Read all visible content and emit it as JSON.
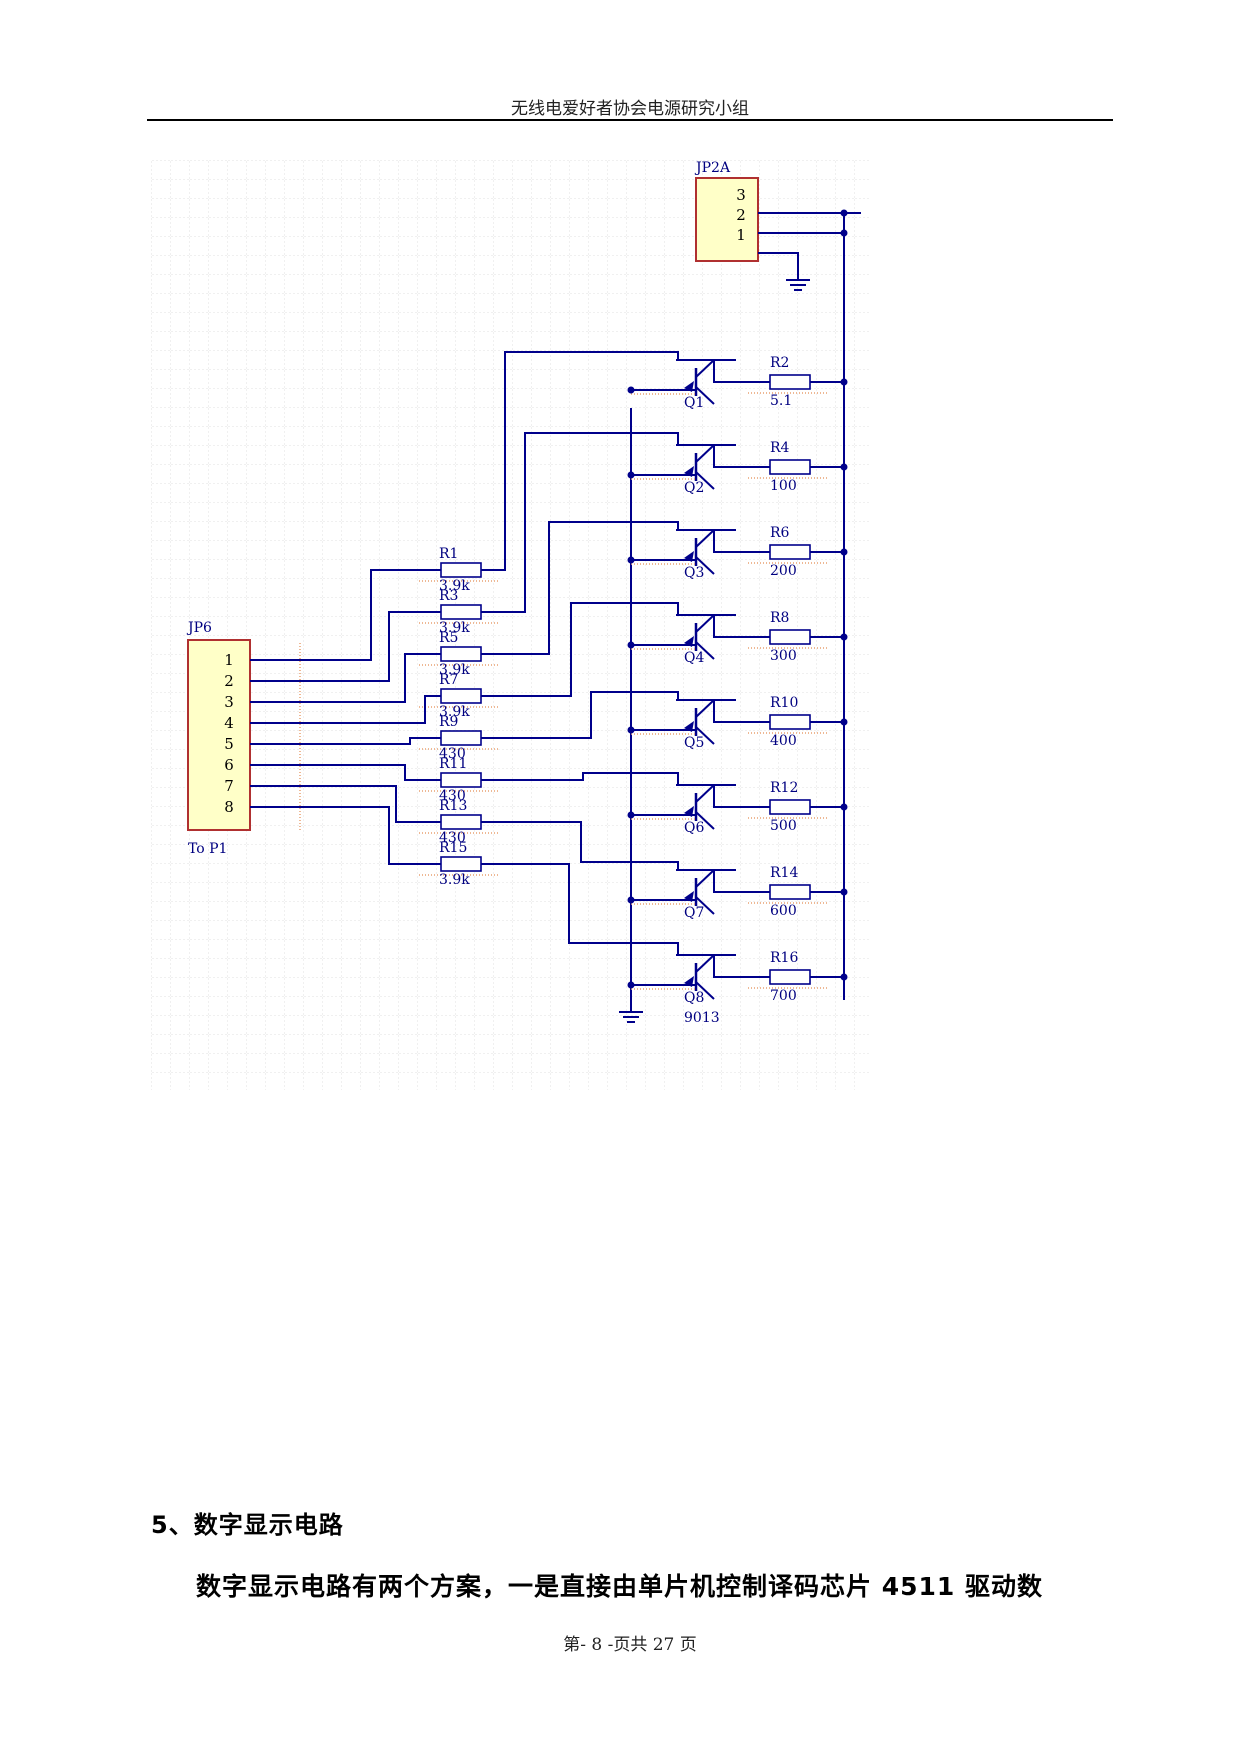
{
  "header": {
    "title": "无线电爱好者协会电源研究小组"
  },
  "schematic": {
    "connector_out": {
      "ref": "JP2A",
      "pins": [
        "3",
        "2",
        "1"
      ]
    },
    "connector_in": {
      "ref": "JP6",
      "pins": [
        "1",
        "2",
        "3",
        "4",
        "5",
        "6",
        "7",
        "8"
      ],
      "caption": "To P1"
    },
    "base_resistors": [
      {
        "ref": "R1",
        "value": "3.9k"
      },
      {
        "ref": "R3",
        "value": "3.9k"
      },
      {
        "ref": "R5",
        "value": "3.9k"
      },
      {
        "ref": "R7",
        "value": "3.9k"
      },
      {
        "ref": "R9",
        "value": "430"
      },
      {
        "ref": "R11",
        "value": "430"
      },
      {
        "ref": "R13",
        "value": "430"
      },
      {
        "ref": "R15",
        "value": "3.9k"
      }
    ],
    "transistors": [
      {
        "ref": "Q1"
      },
      {
        "ref": "Q2"
      },
      {
        "ref": "Q3"
      },
      {
        "ref": "Q4"
      },
      {
        "ref": "Q5"
      },
      {
        "ref": "Q6"
      },
      {
        "ref": "Q7"
      },
      {
        "ref": "Q8",
        "type": "9013"
      }
    ],
    "emitter_resistors": [
      {
        "ref": "R2",
        "value": "5.1"
      },
      {
        "ref": "R4",
        "value": "100"
      },
      {
        "ref": "R6",
        "value": "200"
      },
      {
        "ref": "R8",
        "value": "300"
      },
      {
        "ref": "R10",
        "value": "400"
      },
      {
        "ref": "R12",
        "value": "500"
      },
      {
        "ref": "R14",
        "value": "600"
      },
      {
        "ref": "R16",
        "value": "700"
      }
    ]
  },
  "section": {
    "heading": "5、数字显示电路",
    "body": "数字显示电路有两个方案，一是直接由单片机控制译码芯片 4511 驱动数"
  },
  "footer": {
    "text": "第- 8 -页共 27 页"
  }
}
